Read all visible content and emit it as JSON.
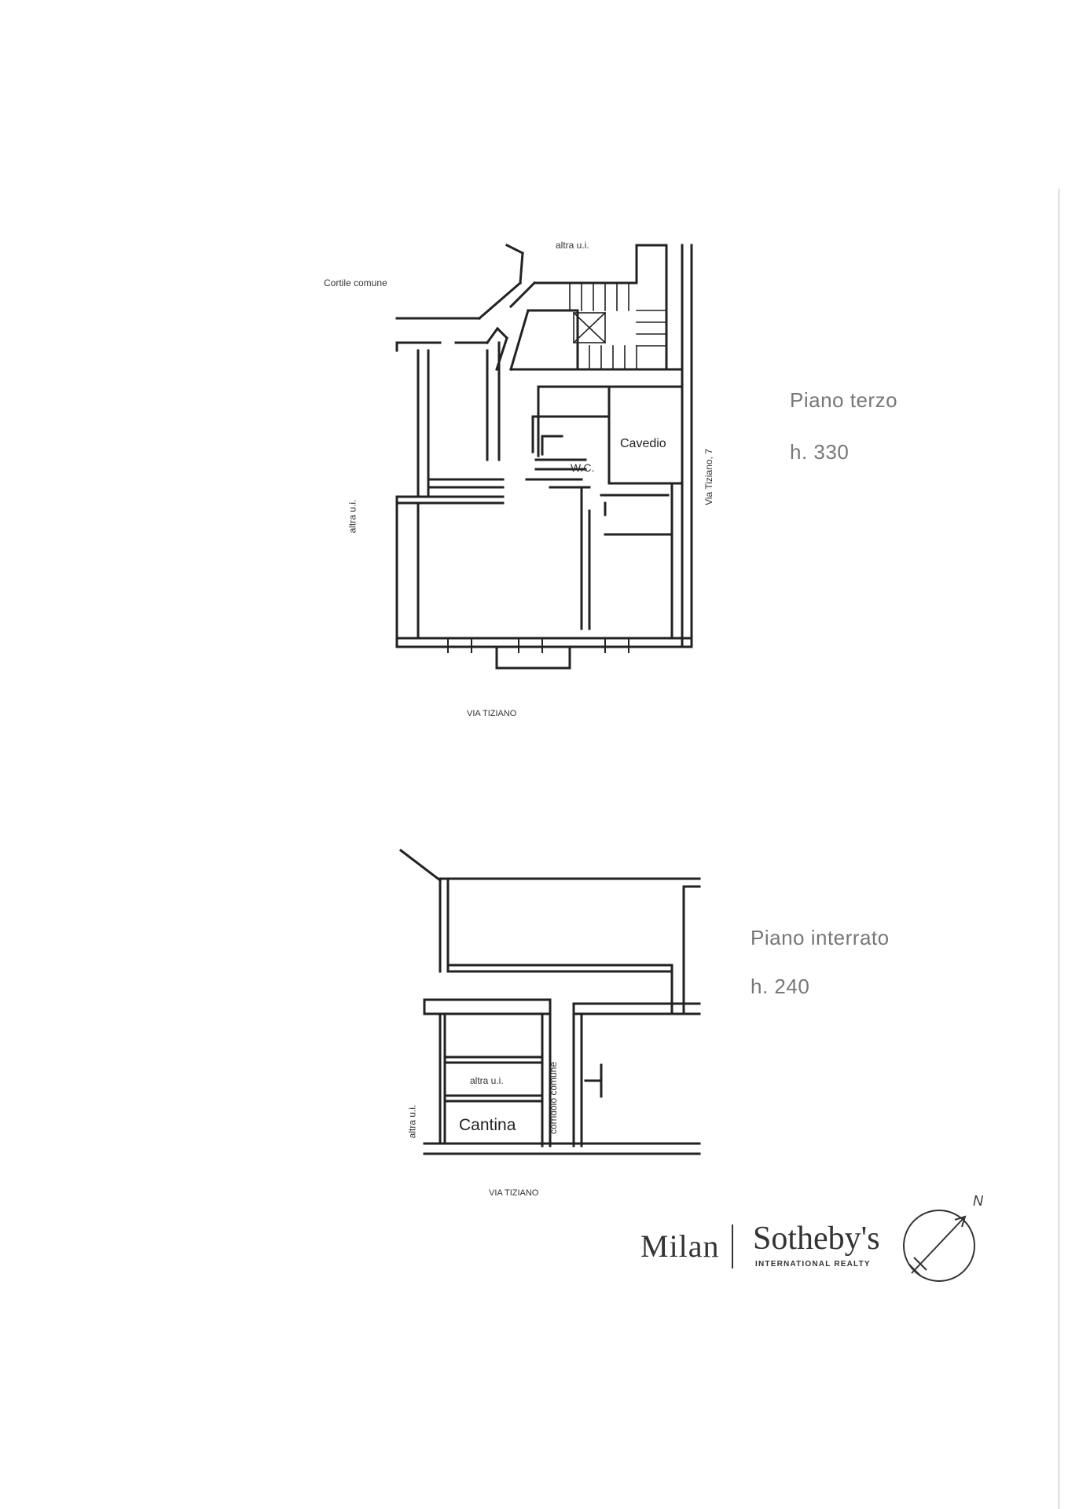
{
  "upper_floor": {
    "title": "Piano terzo",
    "height": "h. 330",
    "labels": {
      "north_neighbor": "altra u.i.",
      "courtyard": "Cortile comune",
      "west_neighbor": "altra u.i.",
      "east_street": "Via Tiziano, 7",
      "cavedio": "Cavedio",
      "wc": "W.C.",
      "south_street": "VIA TIZIANO"
    }
  },
  "basement": {
    "title": "Piano interrato",
    "height": "h. 240",
    "labels": {
      "neighbor_unit": "altra u.i.",
      "west_neighbor": "altra u.i.",
      "corridor": "corridoio comune",
      "cantina": "Cantina",
      "south_street": "VIA TIZIANO"
    }
  },
  "branding": {
    "city": "Milan",
    "brand": "Sotheby's",
    "tagline": "INTERNATIONAL REALTY"
  },
  "north_arrow": {
    "letter": "N"
  }
}
